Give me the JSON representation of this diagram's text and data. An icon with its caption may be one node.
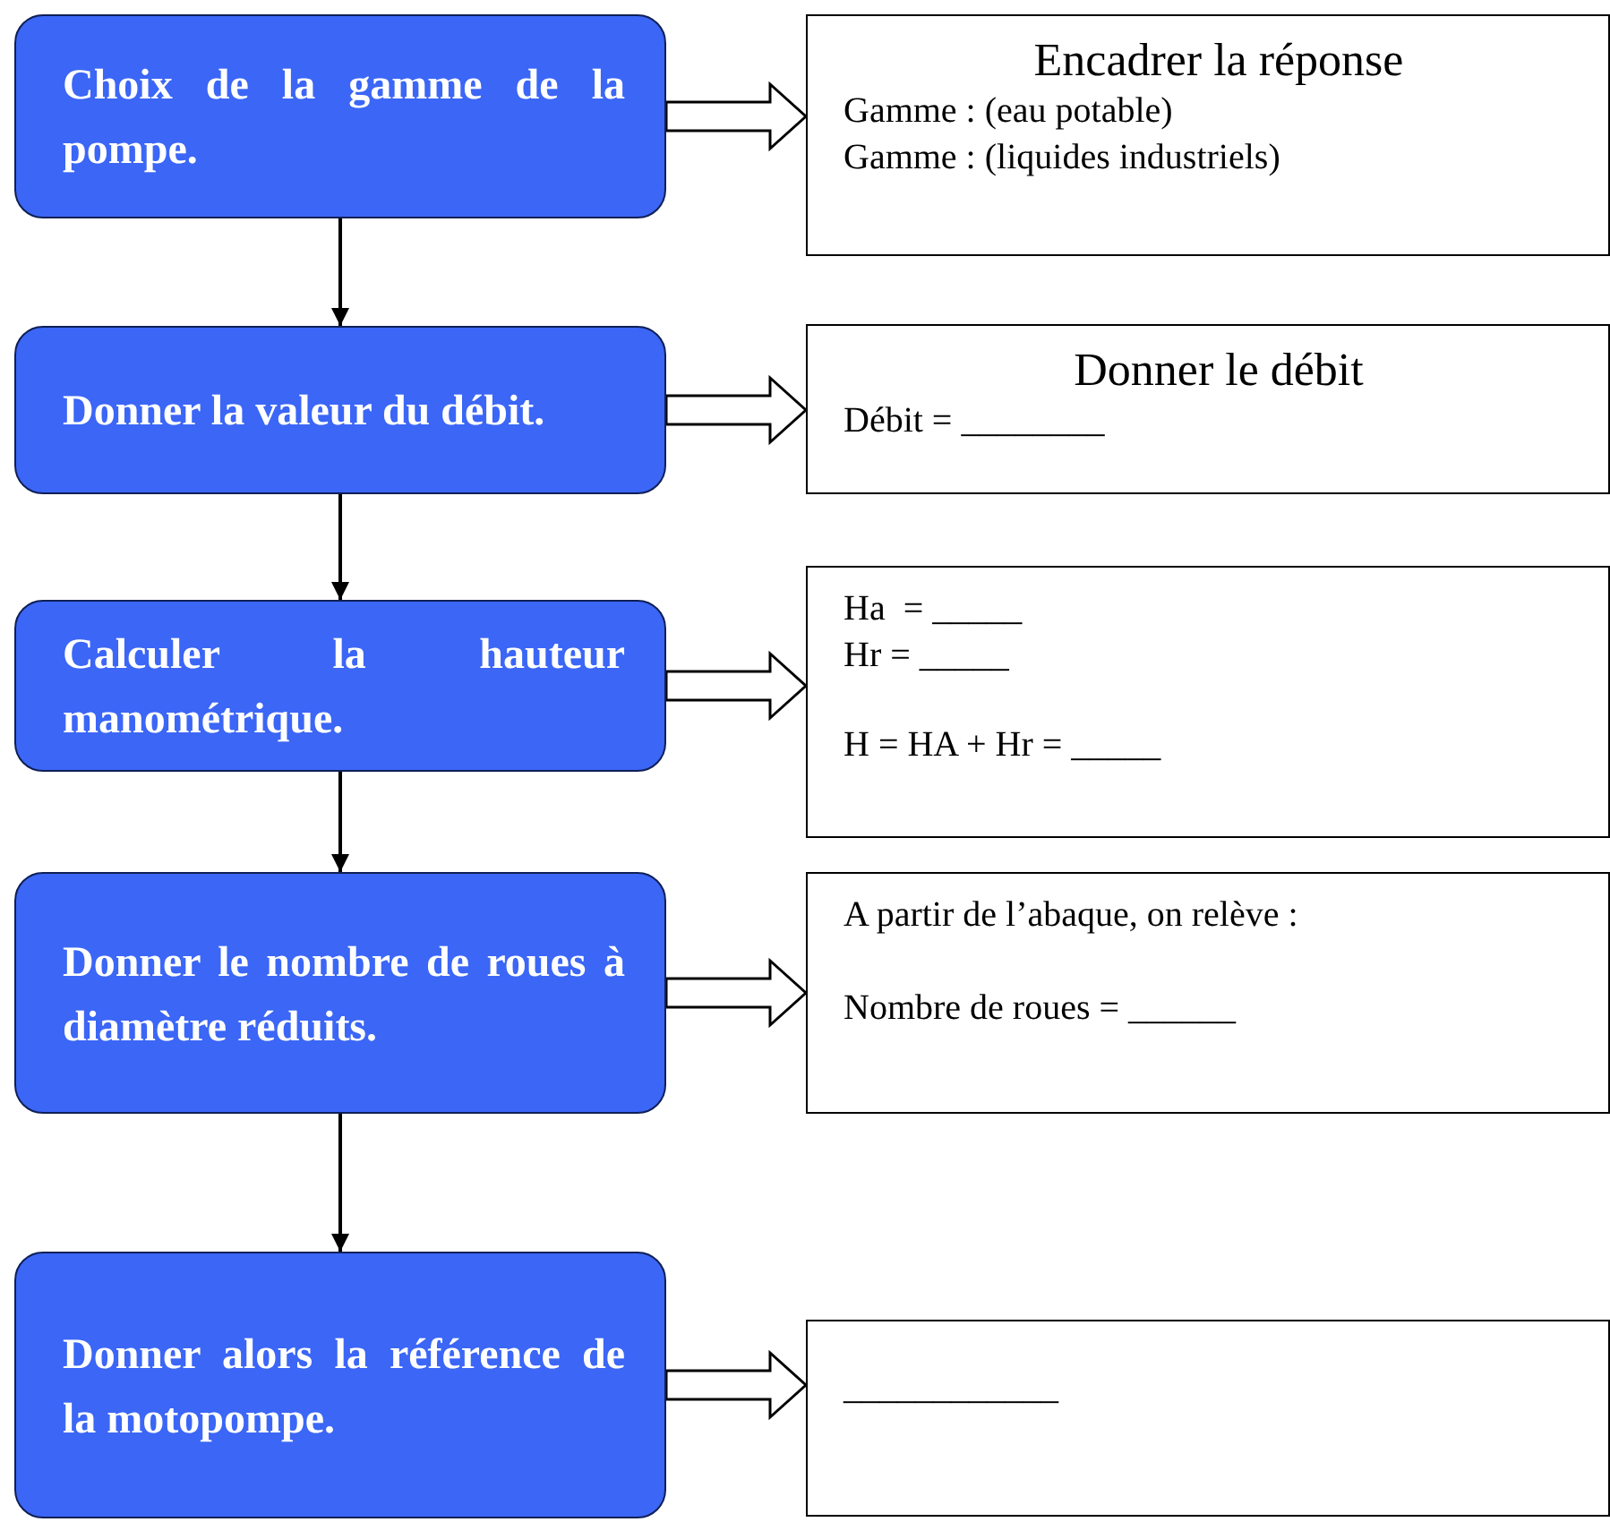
{
  "diagram": {
    "nodes": [
      {
        "text": [
          "Choix de la gamme de la pompe."
        ]
      },
      {
        "text": [
          "Encadrer la réponse",
          "Gamme : (eau potable)",
          "Gamme : (liquides industriels)"
        ]
      },
      {
        "text": [
          "Donner la valeur du débit."
        ]
      },
      {
        "text": [
          "Donner le débit",
          "Débit = ________"
        ]
      },
      {
        "text": [
          "Calculer la hauteur manométrique."
        ]
      },
      {
        "text": [
          "Ha  = _____",
          "Hr = _____",
          "H = HA + Hr = _____"
        ]
      },
      {
        "text": [
          "Donner le nombre de roues à diamètre réduits."
        ]
      },
      {
        "text": [
          "A partir de l’abaque, on relève :",
          "Nombre de roues = ______"
        ]
      },
      {
        "text": [
          "Donner alors la référence de la motopompe."
        ]
      },
      {
        "text": [
          "____________"
        ]
      }
    ],
    "edges": [
      {
        "from": 0,
        "to": 1,
        "arrow": "to",
        "style": "thick"
      },
      {
        "from": 0,
        "to": 2,
        "arrow": "to"
      },
      {
        "from": 2,
        "to": 3,
        "arrow": "to",
        "style": "thick"
      },
      {
        "from": 2,
        "to": 4,
        "arrow": "to"
      },
      {
        "from": 4,
        "to": 5,
        "arrow": "to",
        "style": "thick"
      },
      {
        "from": 4,
        "to": 6,
        "arrow": "to"
      },
      {
        "from": 6,
        "to": 7,
        "arrow": "to",
        "style": "thick"
      },
      {
        "from": 6,
        "to": 8,
        "arrow": "to"
      },
      {
        "from": 8,
        "to": 9,
        "arrow": "to",
        "style": "thick"
      }
    ]
  }
}
